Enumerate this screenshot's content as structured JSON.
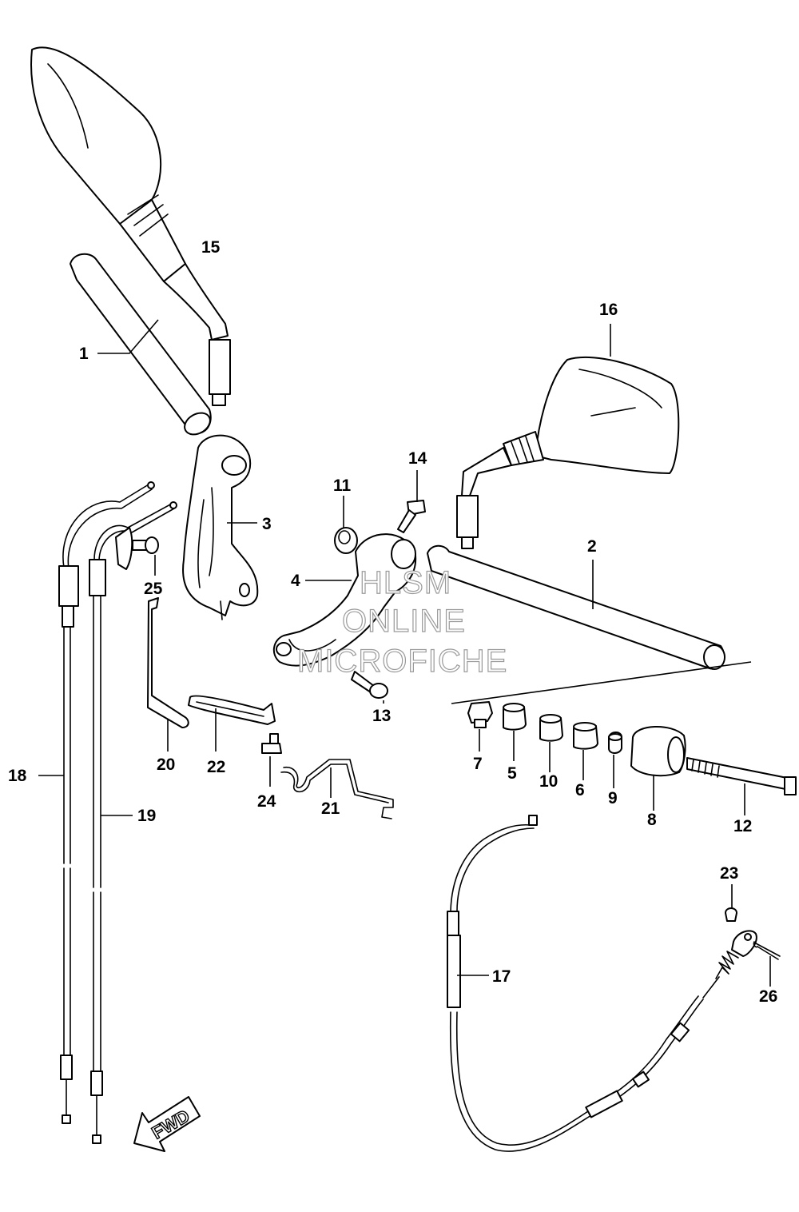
{
  "callouts": {
    "c1": "1",
    "c2": "2",
    "c3": "3",
    "c4": "4",
    "c5": "5",
    "c6": "6",
    "c7": "7",
    "c8": "8",
    "c9": "9",
    "c10": "10",
    "c11": "11",
    "c12": "12",
    "c13": "13",
    "c14": "14",
    "c15": "15",
    "c16": "16",
    "c17": "17",
    "c18": "18",
    "c19": "19",
    "c20": "20",
    "c21": "21",
    "c22": "22",
    "c23": "23",
    "c24": "24",
    "c25": "25",
    "c26": "26"
  },
  "watermark": {
    "line1": "HLSM",
    "line2": "ONLINE",
    "line3": "MICROFICHE"
  },
  "fwd_label": "FWD",
  "icons": {
    "direction": "fwd-arrow-icon"
  }
}
